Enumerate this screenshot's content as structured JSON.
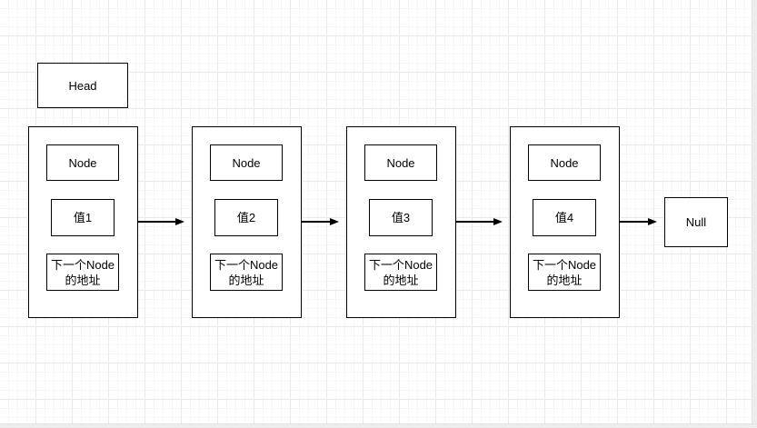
{
  "canvas": {
    "background_color": "#ffffff",
    "grid_minor_color": "#f6f6f6",
    "grid_major_color": "#e9e9e9",
    "shape_border_color": "#000000",
    "shape_fill_color": "#ffffff",
    "text_color": "#000000"
  },
  "diagram": {
    "head": {
      "label": "Head"
    },
    "nodes": [
      {
        "title": "Node",
        "value": "值1",
        "address_line1": "下一个Node",
        "address_line2": "的地址"
      },
      {
        "title": "Node",
        "value": "值2",
        "address_line1": "下一个Node",
        "address_line2": "的地址"
      },
      {
        "title": "Node",
        "value": "值3",
        "address_line1": "下一个Node",
        "address_line2": "的地址"
      },
      {
        "title": "Node",
        "value": "值4",
        "address_line1": "下一个Node",
        "address_line2": "的地址"
      }
    ],
    "terminator": {
      "label": "Null"
    }
  }
}
